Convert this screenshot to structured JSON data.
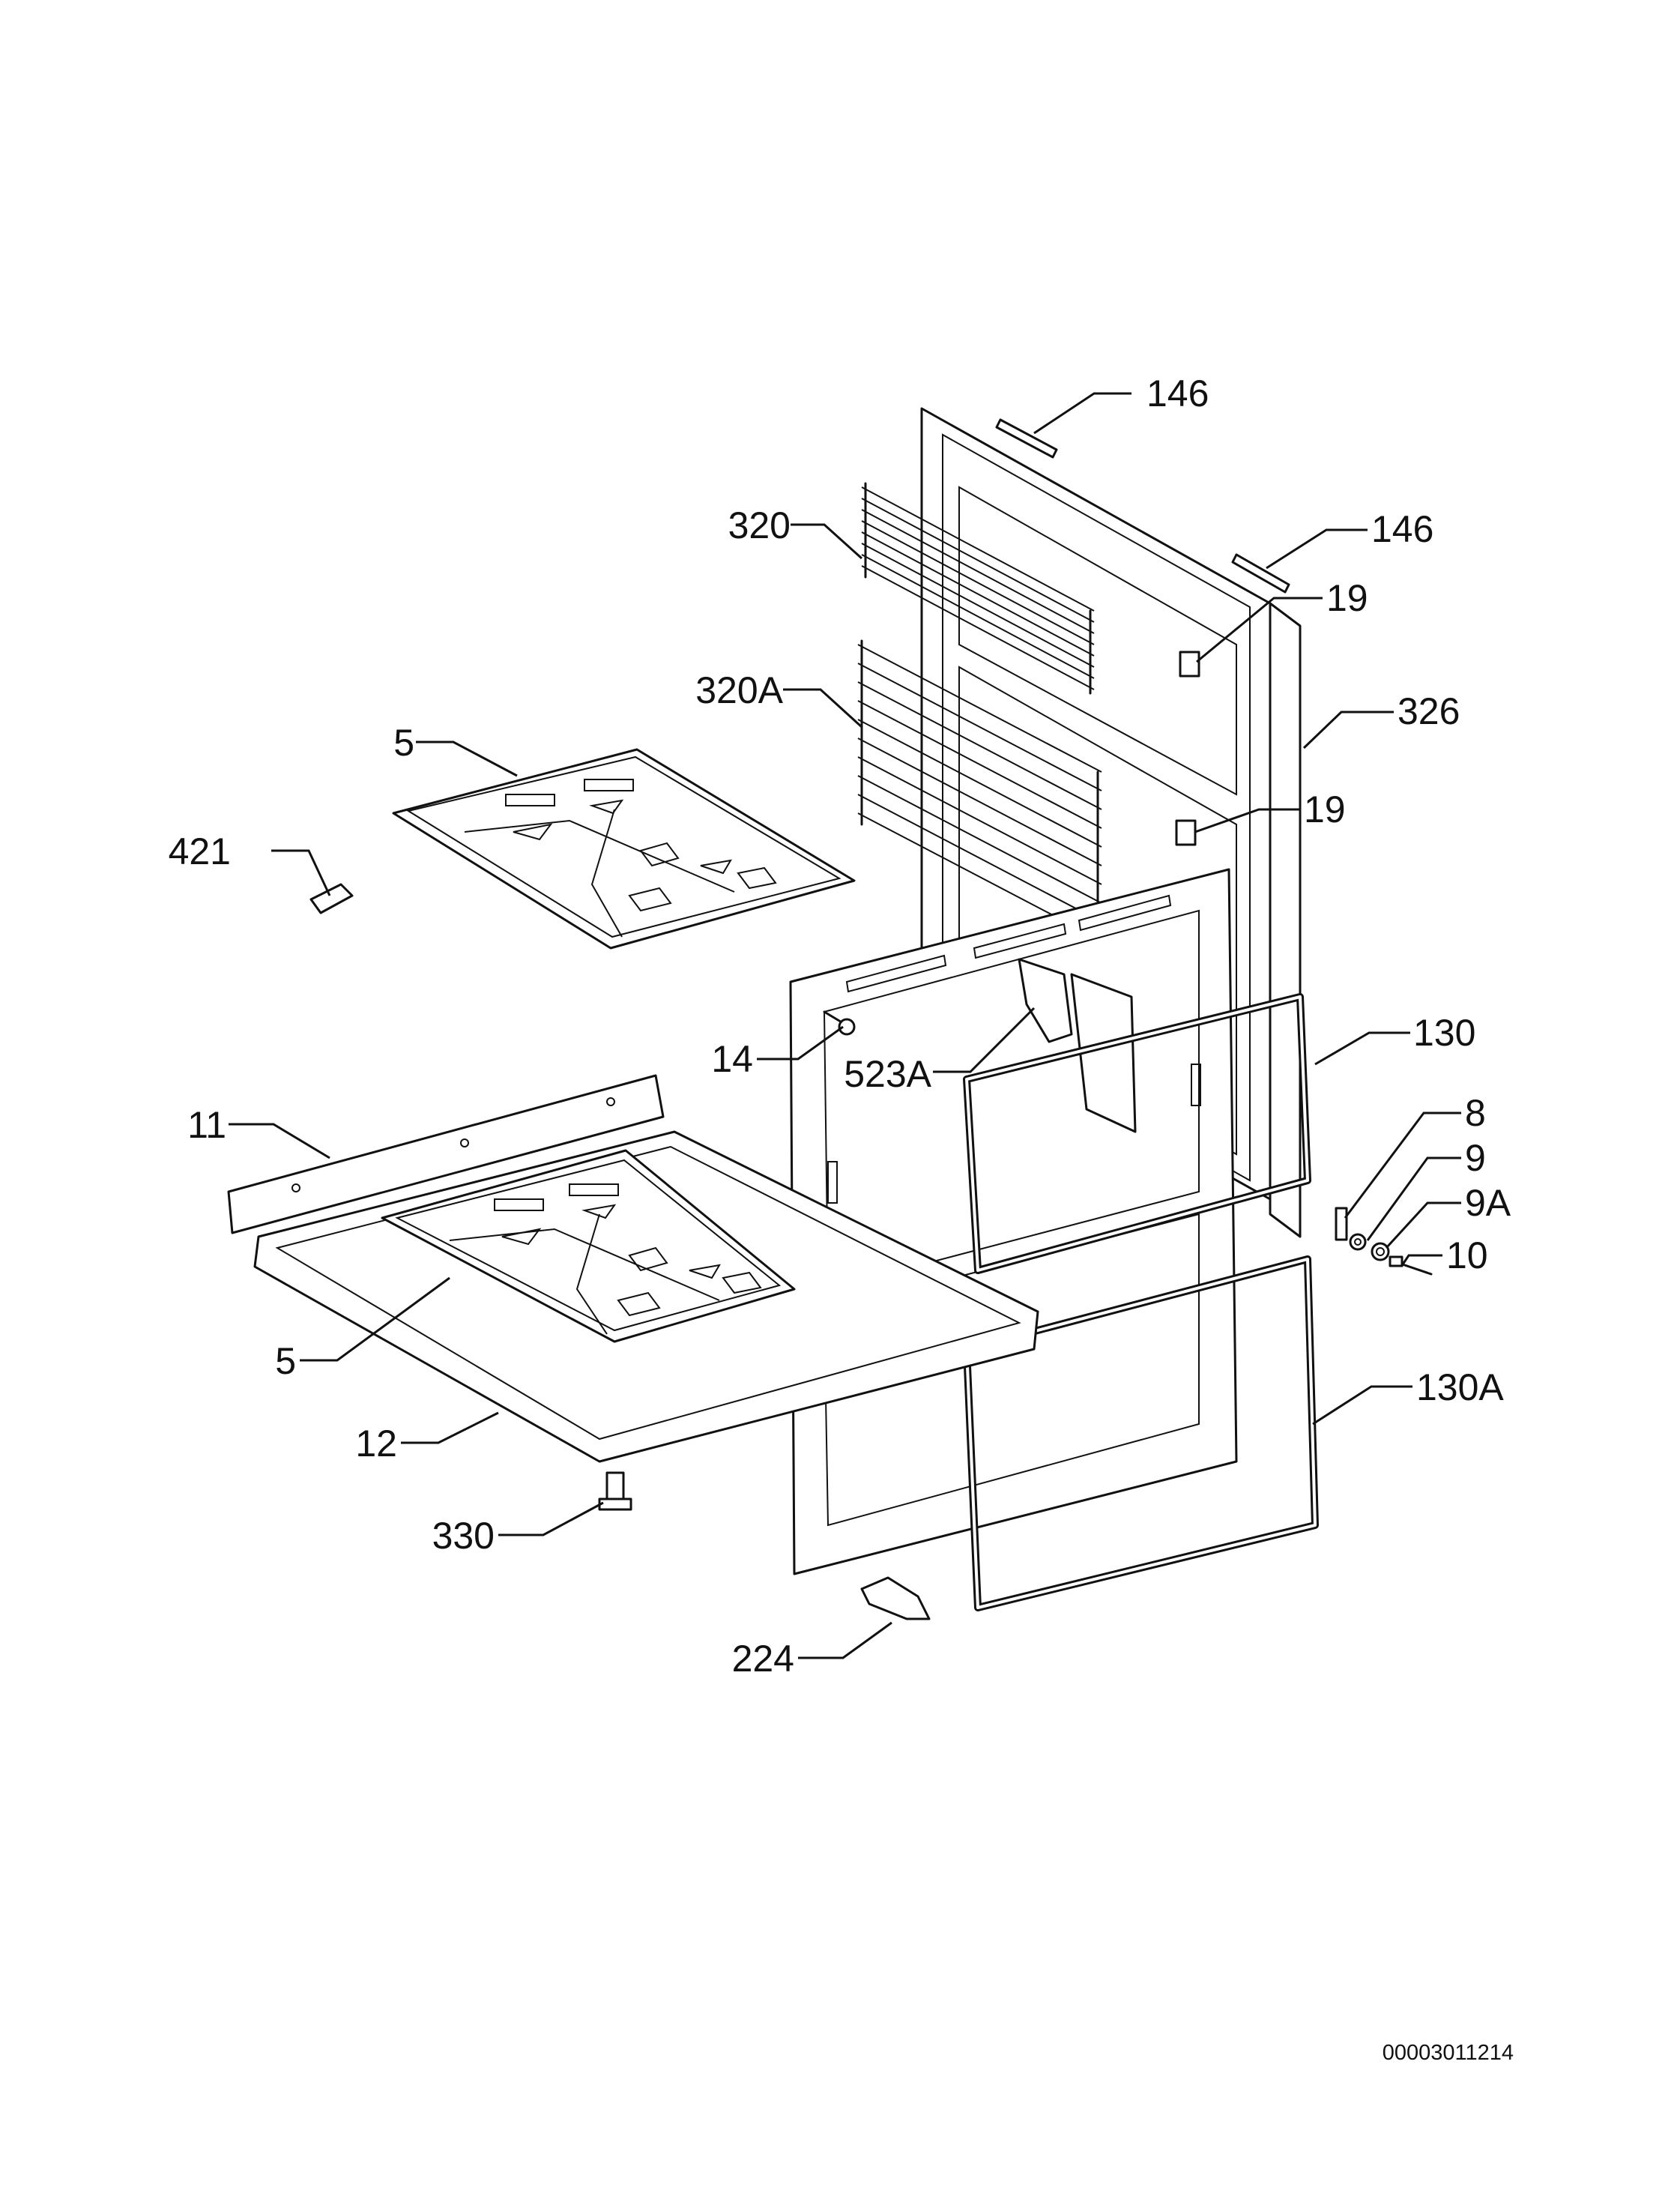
{
  "callouts": {
    "c146a": "146",
    "c146b": "146",
    "c320": "320",
    "c320a": "320A",
    "c19a": "19",
    "c19b": "19",
    "c326": "326",
    "c5a": "5",
    "c421": "421",
    "c14": "14",
    "c523a": "523A",
    "c130": "130",
    "c11": "11",
    "c8": "8",
    "c9": "9",
    "c9a": "9A",
    "c10": "10",
    "c5b": "5",
    "c130a": "130A",
    "c12": "12",
    "c330": "330",
    "c224": "224"
  },
  "document_number": "00003011214"
}
